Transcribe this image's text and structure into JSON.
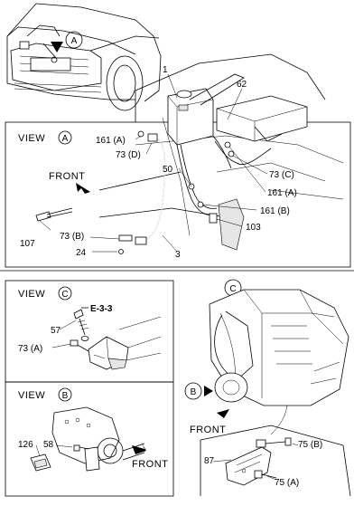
{
  "views": {
    "a": {
      "title": "VIEW",
      "letter": "A"
    },
    "b": {
      "title": "VIEW",
      "letter": "B"
    },
    "c": {
      "title": "VIEW",
      "letter": "C"
    }
  },
  "markers": {
    "a": "A",
    "b": "B",
    "c": "C"
  },
  "front_labels": {
    "view_a": "FRONT",
    "view_b": "FRONT",
    "engine": "FRONT"
  },
  "callouts": {
    "p1": "1",
    "p62": "62",
    "p161a_left": "161 (A)",
    "p73d": "73 (D)",
    "p50": "50",
    "p73c": "73 (C)",
    "p161a_right": "161 (A)",
    "p161b": "161 (B)",
    "p103": "103",
    "p107": "107",
    "p73b_top": "73 (B)",
    "p24": "24",
    "p3": "3",
    "e33": "E-3-3",
    "p57": "57",
    "p73a_c": "73 (A)",
    "p126": "126",
    "p58": "58",
    "p75b": "75 (B)",
    "p87": "87",
    "p75a": "75 (A)"
  }
}
